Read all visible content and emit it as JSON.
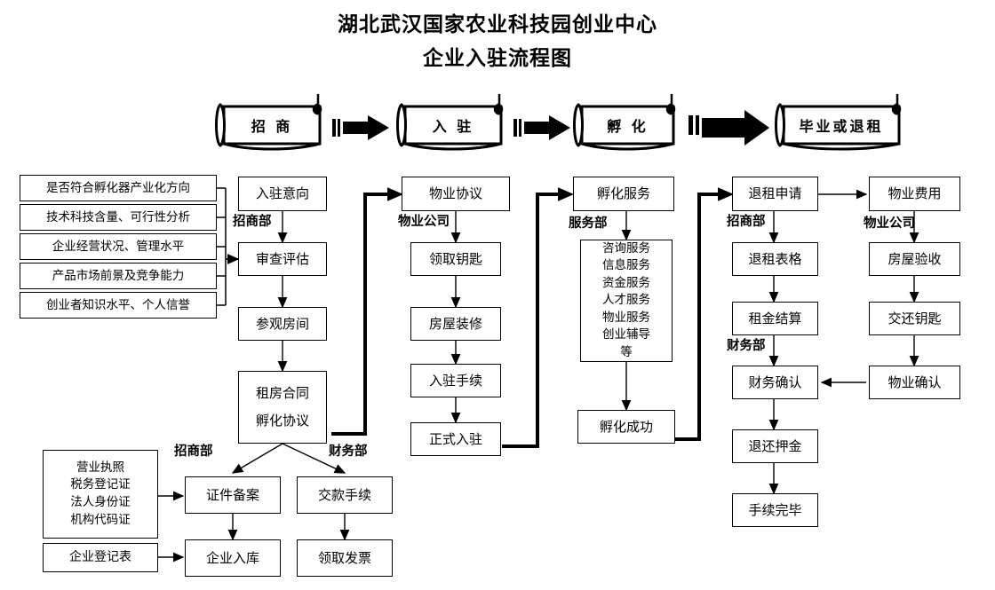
{
  "title": {
    "line1": "湖北武汉国家农业科技园创业中心",
    "line2": "企业入驻流程图"
  },
  "stages": [
    {
      "label": "招 商"
    },
    {
      "label": "入 驻"
    },
    {
      "label": "孵 化"
    },
    {
      "label": "毕业或退租"
    }
  ],
  "criteria": [
    {
      "label": "是否符合孵化器产业化方向"
    },
    {
      "label": "技术科技含量、可行性分析"
    },
    {
      "label": "企业经营状况、管理水平"
    },
    {
      "label": "产品市场前景及竞争能力"
    },
    {
      "label": "创业者知识水平、个人信誉"
    }
  ],
  "columns": {
    "investment": {
      "dept": "招商部",
      "steps": [
        {
          "label": "入驻意向"
        },
        {
          "label": "审查评估"
        },
        {
          "label": "参观房间"
        }
      ],
      "contract": {
        "line1": "租房合同",
        "line2": "孵化协议"
      }
    },
    "movein": {
      "dept": "物业公司",
      "steps": [
        {
          "label": "物业协议"
        },
        {
          "label": "领取钥匙"
        },
        {
          "label": "房屋装修"
        },
        {
          "label": "入驻手续"
        },
        {
          "label": "正式入驻"
        }
      ]
    },
    "incubation": {
      "dept": "服务部",
      "head": {
        "label": "孵化服务"
      },
      "services": [
        "咨询服务",
        "信息服务",
        "资金服务",
        "人才服务",
        "物业服务",
        "创业辅导",
        "等"
      ],
      "tail": {
        "label": "孵化成功"
      }
    },
    "exit_admin": {
      "dept1": "招商部",
      "dept2": "财务部",
      "steps": [
        {
          "label": "退租申请"
        },
        {
          "label": "退租表格"
        },
        {
          "label": "租金结算"
        },
        {
          "label": "财务确认"
        },
        {
          "label": "退还押金"
        },
        {
          "label": "手续完毕"
        }
      ]
    },
    "exit_property": {
      "dept": "物业公司",
      "steps": [
        {
          "label": "物业费用"
        },
        {
          "label": "房屋验收"
        },
        {
          "label": "交还钥匙"
        },
        {
          "label": "物业确认"
        }
      ]
    }
  },
  "bottom": {
    "documents": [
      "营业执照",
      "税务登记证",
      "法人身份证",
      "机构代码证"
    ],
    "registration_form": "企业登记表",
    "dept_left": "招商部",
    "dept_right": "财务部",
    "boxes": [
      {
        "label": "证件备案"
      },
      {
        "label": "交款手续"
      },
      {
        "label": "企业入库"
      },
      {
        "label": "领取发票"
      }
    ]
  },
  "colors": {
    "line": "#000000",
    "background": "#ffffff"
  }
}
